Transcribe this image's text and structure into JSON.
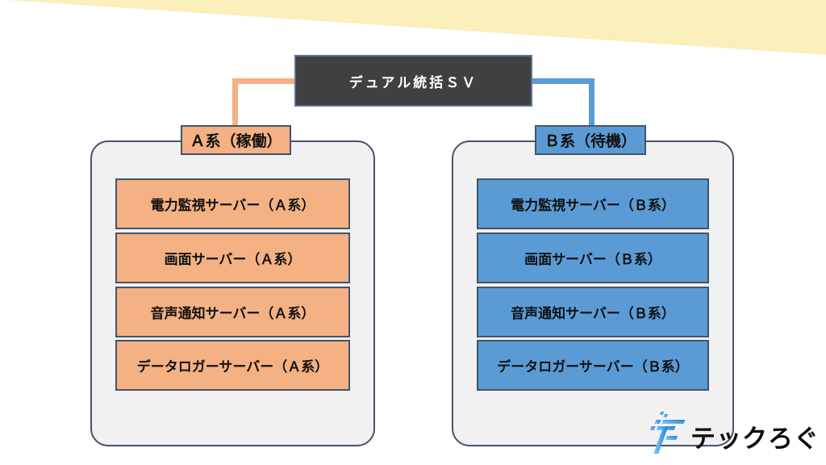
{
  "banner": {
    "color": "#FBF0BB"
  },
  "diagram": {
    "root": {
      "title": "デュアル統括ＳＶ"
    },
    "groups": [
      {
        "id": "A",
        "label": "Ａ系（稼働）",
        "accent": "#F4B183",
        "servers": [
          "電力監視サーバー（Ａ系）",
          "画面サーバー（Ａ系）",
          "音声通知サーバー（Ａ系）",
          "データロガーサーバー（Ａ系）"
        ]
      },
      {
        "id": "B",
        "label": "Ｂ系（待機）",
        "accent": "#5B9BD5",
        "servers": [
          "電力監視サーバー（Ｂ系）",
          "画面サーバー（Ｂ系）",
          "音声通知サーバー（Ｂ系）",
          "データロガーサーバー（Ｂ系）"
        ]
      }
    ]
  },
  "logo": {
    "text": "テックろぐ",
    "mark": "tech-log-f-mark"
  },
  "colors": {
    "banner_yellow": "#FBF0BB",
    "root_fill": "#404040",
    "root_border": "#5B7199",
    "panel_fill": "#F1F1F2",
    "panel_border": "#44546A",
    "orange_accent": "#F4B183",
    "blue_accent": "#5B9BD5",
    "logo_blue_dark": "#1B7ED8",
    "logo_blue_light": "#8ECDF4"
  }
}
